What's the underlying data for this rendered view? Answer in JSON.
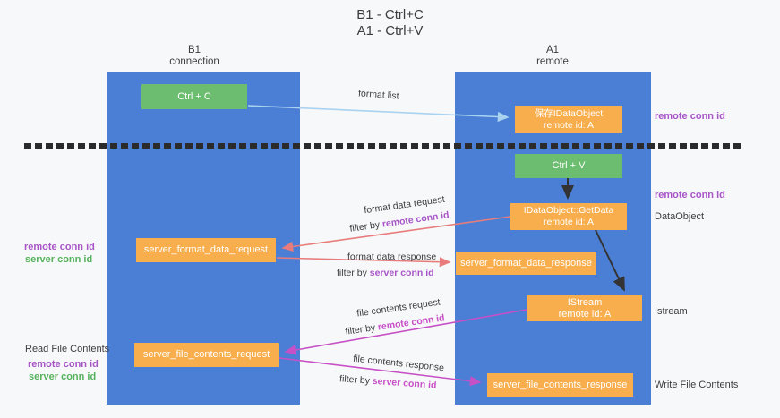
{
  "title": {
    "line1": "B1 - Ctrl+C",
    "line2": "A1 - Ctrl+V"
  },
  "columns": {
    "left": {
      "title": "B1",
      "subtitle": "connection"
    },
    "right": {
      "title": "A1",
      "subtitle": "remote"
    }
  },
  "nodes": {
    "ctrl_c": {
      "label": "Ctrl + C"
    },
    "ctrl_v": {
      "label": "Ctrl + V"
    },
    "save_idataobject": {
      "line1": "保存IDataObject",
      "line2": "remote id: A"
    },
    "getdata": {
      "line1": "IDataObject::GetData",
      "line2": "remote id: A"
    },
    "istream": {
      "line1": "IStream",
      "line2": "remote id: A"
    },
    "server_format_data_request": {
      "label": "server_format_data_request"
    },
    "server_format_data_response": {
      "label": "server_format_data_response"
    },
    "server_file_contents_request": {
      "label": "server_file_contents_request"
    },
    "server_file_contents_response": {
      "label": "server_file_contents_response"
    }
  },
  "flow_labels": {
    "format_list": "format list",
    "format_data_request": "format data request",
    "format_data_response": "format data response",
    "file_contents_request": "file contents request",
    "file_contents_response": "file contents response",
    "filter_by": "filter by ",
    "remote_conn_id": "remote conn id",
    "server_conn_id": "server conn id"
  },
  "side_labels": {
    "left_format_remote": "remote conn id",
    "left_format_server": "server conn id",
    "read_file_contents": "Read File Contents",
    "left_file_remote": "remote conn id",
    "left_file_server": "server conn id",
    "right_top_remote": "remote conn id",
    "right_mid_remote": "remote conn id",
    "dataobject": "DataObject",
    "istream": "Istream",
    "write_file_contents": "Write File Contents"
  },
  "colors": {
    "column_blue": "#4b7fd6",
    "box_green": "#6cbd70",
    "box_orange": "#f8ae4c",
    "arrow_lightblue": "#a9d2f0",
    "arrow_black": "#333333",
    "arrow_red": "#e87c7c",
    "arrow_magenta": "#c650c6",
    "text_purple": "#a855c8",
    "text_green": "#56b25c",
    "text_magenta": "#c84fc8",
    "text_dark": "#3d3d3d",
    "background": "#f7f8f9"
  }
}
